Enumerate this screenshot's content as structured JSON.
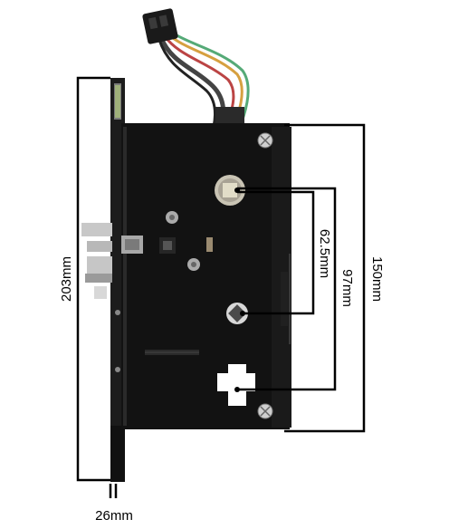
{
  "dimensions": {
    "overall_height": "203mm",
    "body_height": "150mm",
    "cylinder_to_spindle": "97mm",
    "spindle_to_follower": "62.5mm",
    "faceplate_width": "26mm"
  }
}
